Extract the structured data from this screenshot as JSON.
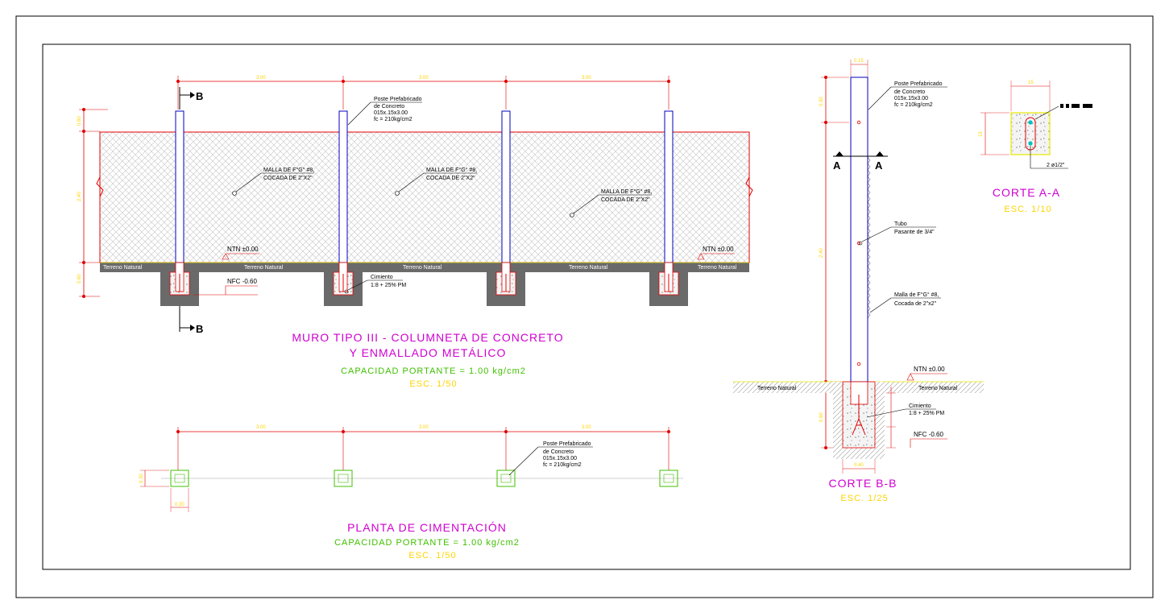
{
  "elevation": {
    "post_label": [
      "Poste Prefabricado",
      "de Concreto",
      "015x.15x3.00",
      "fc = 210kg/cm2"
    ],
    "mesh_label": [
      "MALLA DE F°G° #8,",
      "COCADA DE 2\"X2\""
    ],
    "ntn": "NTN ±0.00",
    "nfc": "NFC -0.60",
    "terrain": "Terreno Natural",
    "cimiento": [
      "Cimiento",
      "1:8 + 25% PM"
    ],
    "span_dim": "3.00",
    "dim_top": "0.60",
    "dim_mid": "2.40",
    "dim_bot": "0.60",
    "section_mark": "B",
    "title_1": "MURO TIPO III - COLUMNETA DE CONCRETO",
    "title_2": "Y ENMALLADO METÁLICO",
    "capacity": "CAPACIDAD PORTANTE = 1.00 kg/cm2",
    "scale": "ESC. 1/50"
  },
  "plan": {
    "post_label": [
      "Poste Prefabricado",
      "de Concreto",
      "015x.15x3.00",
      "fc = 210kg/cm2"
    ],
    "span_dim": "3.00",
    "dim_side": "0.30",
    "title": "PLANTA DE CIMENTACIÓN",
    "capacity": "CAPACIDAD PORTANTE = 1.00 kg/cm2",
    "scale": "ESC. 1/50"
  },
  "section_bb": {
    "post_label": [
      "Poste Prefabricado",
      "de Concreto",
      "015x.15x3.00",
      "fc = 210kg/cm2"
    ],
    "tube_label": [
      "Tubo",
      "Pasante de 3/4\""
    ],
    "mesh_label": [
      "Malla de F°G° #8,",
      "Cocada de 2\"x2\""
    ],
    "ntn": "NTN ±0.00",
    "nfc": "NFC -0.60",
    "terrain": "Terreno Natural",
    "cimiento": [
      "Cimiento",
      "1:8 + 25% PM"
    ],
    "section_mark": "A",
    "dim_width": "0.15",
    "dim_top": "0.30",
    "dim_mid": "2.40",
    "dim_bot": "0.60",
    "dim_base": "0.40",
    "title": "CORTE B-B",
    "scale": "ESC. 1/25"
  },
  "section_aa": {
    "rebar": "2 ø1/2\"",
    "dim_w": "15",
    "dim_h": "15",
    "title": "CORTE A-A",
    "scale": "ESC. 1/10"
  },
  "colors": {
    "wall_outline": "#e00000",
    "post": "#0000c0",
    "footing": "#808080",
    "mesh": "#c0c0c0",
    "title": "#d000d0",
    "capacity": "#40c000",
    "scale": "#ffd400"
  }
}
